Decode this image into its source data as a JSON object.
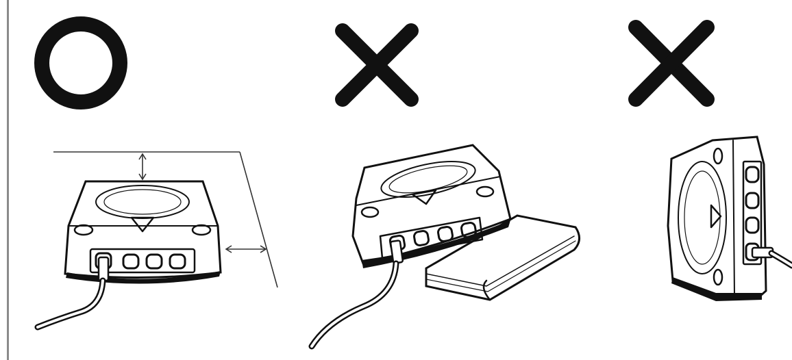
{
  "panels": [
    {
      "marker": "circle-mark",
      "verdict": "correct",
      "scene": "console-on-flat-surface-with-clearance"
    },
    {
      "marker": "cross-mark",
      "verdict": "incorrect",
      "scene": "console-resting-on-book"
    },
    {
      "marker": "cross-mark",
      "verdict": "incorrect",
      "scene": "console-standing-on-side"
    }
  ],
  "colors": {
    "ink": "#111111",
    "paper": "#ffffff",
    "frame": "#8a8a8a"
  }
}
